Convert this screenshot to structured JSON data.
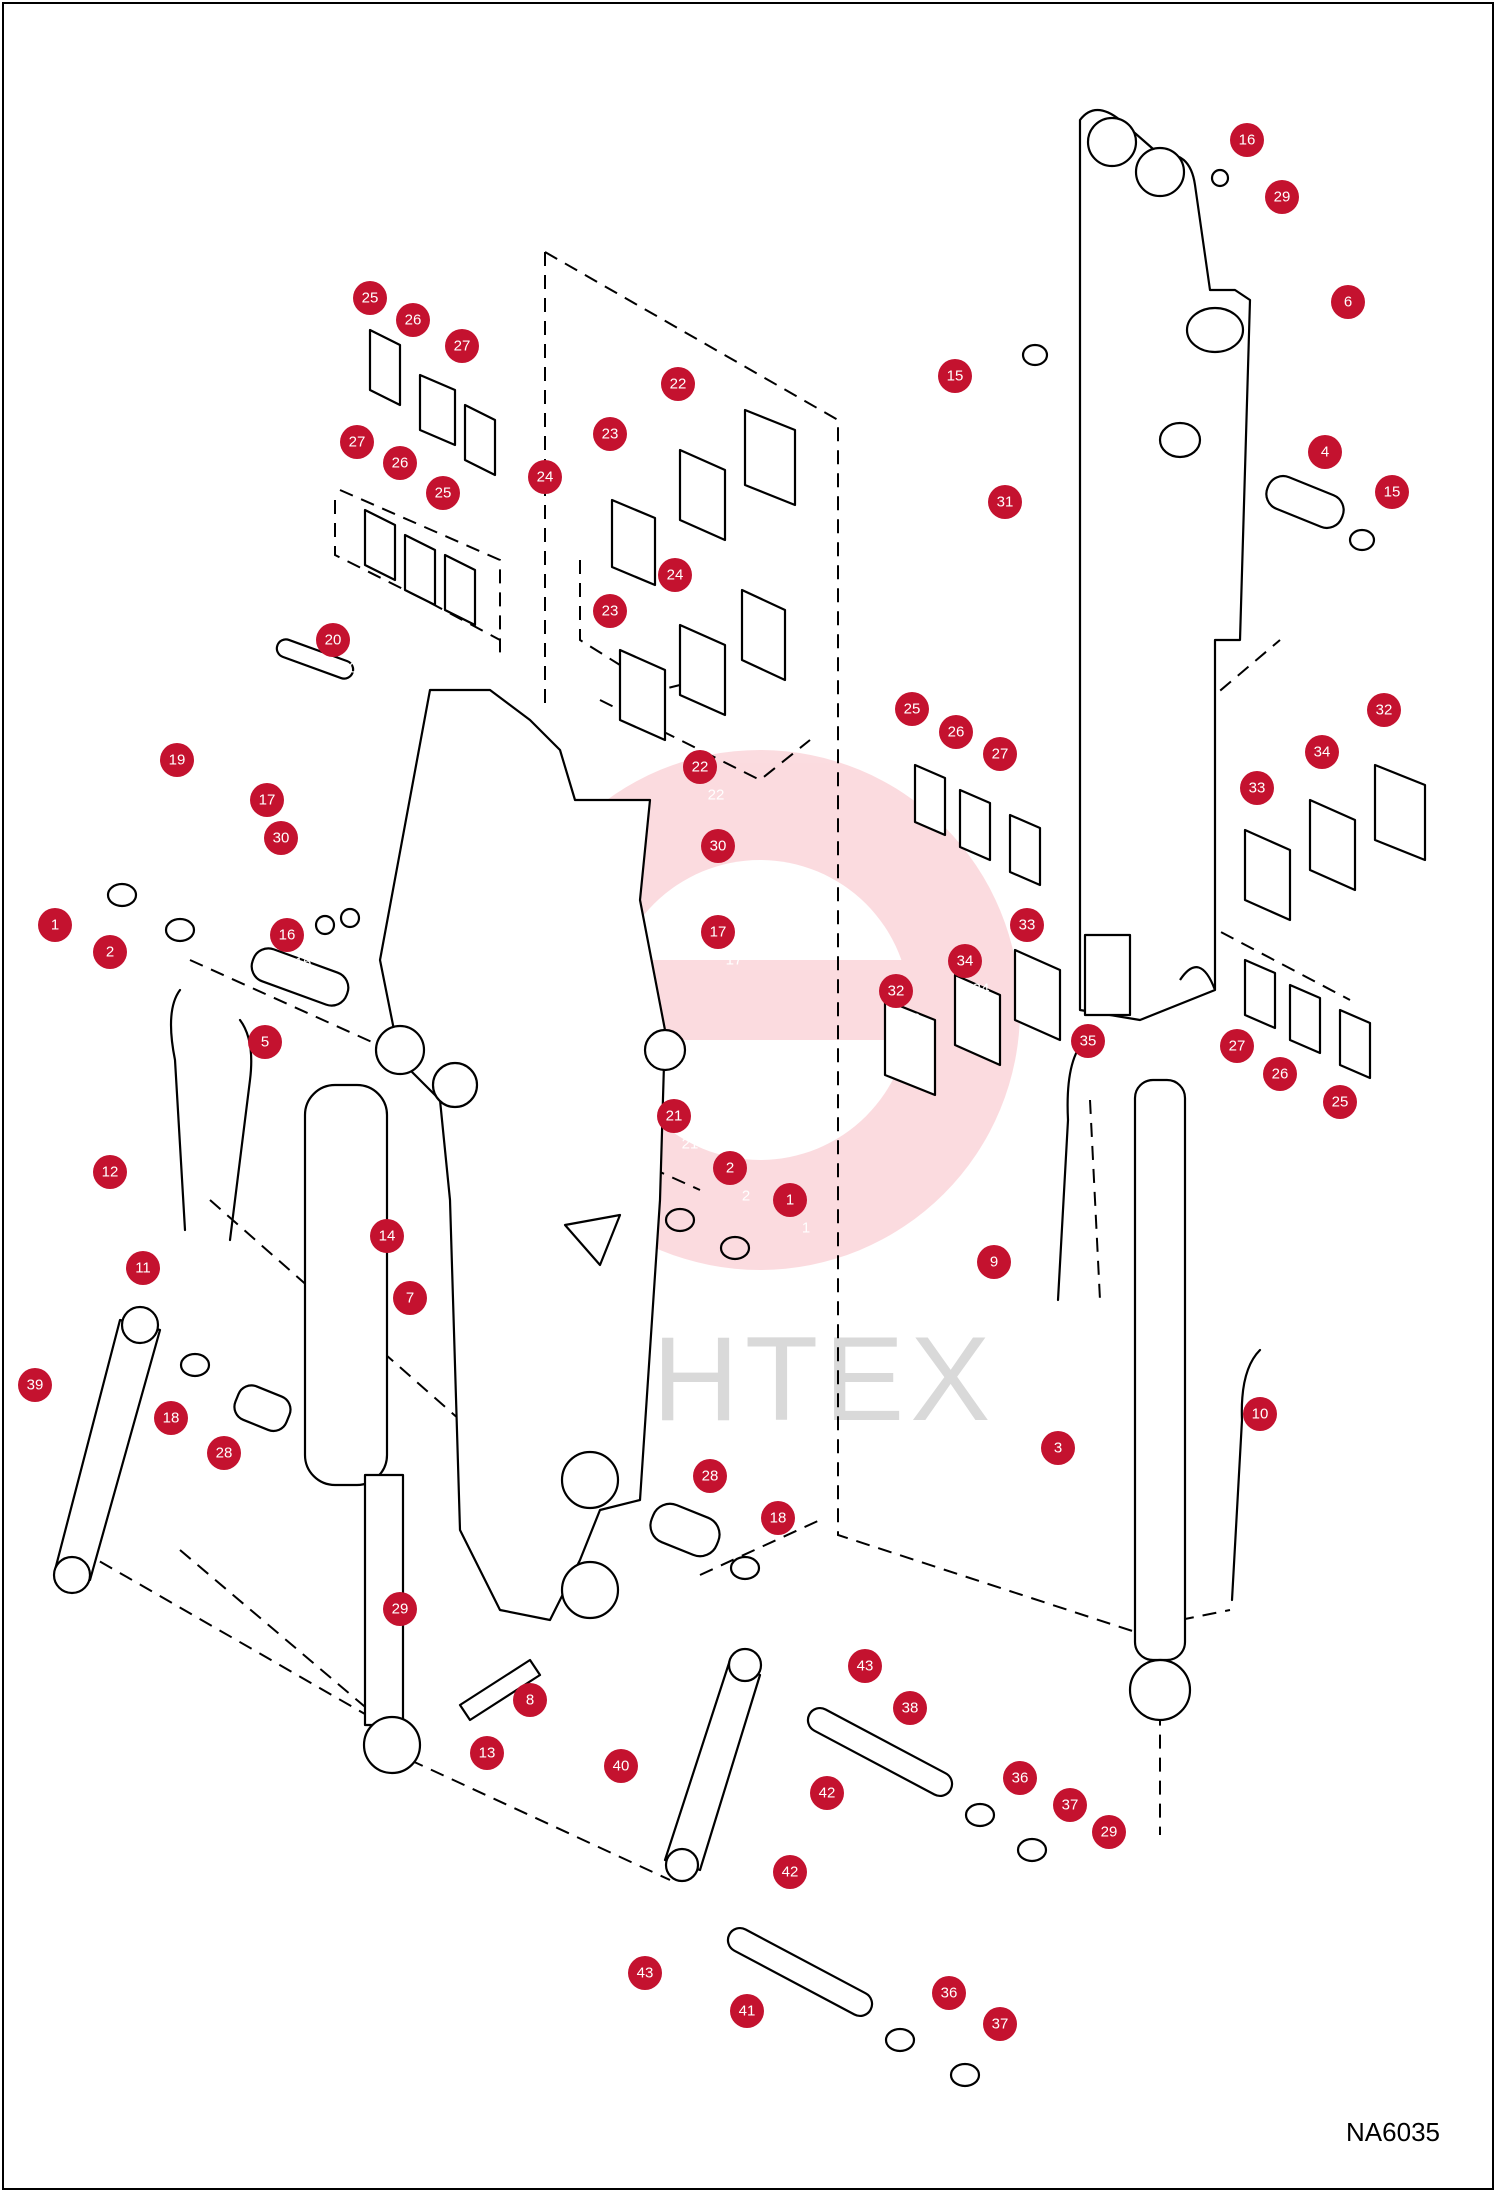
{
  "drawing_code": "NA6035",
  "watermark": {
    "text": "ИНТЕХ",
    "color": "#e8273d"
  },
  "badge_color": "#c4122f",
  "callouts": [
    {
      "n": "16"
    },
    {
      "n": "29"
    },
    {
      "n": "6"
    },
    {
      "n": "15"
    },
    {
      "n": "4"
    },
    {
      "n": "15"
    },
    {
      "n": "31"
    },
    {
      "n": "25"
    },
    {
      "n": "26"
    },
    {
      "n": "27"
    },
    {
      "n": "27"
    },
    {
      "n": "26"
    },
    {
      "n": "25"
    },
    {
      "n": "22"
    },
    {
      "n": "23"
    },
    {
      "n": "24"
    },
    {
      "n": "24"
    },
    {
      "n": "23"
    },
    {
      "n": "22"
    },
    {
      "n": "20"
    },
    {
      "n": "19"
    },
    {
      "n": "17"
    },
    {
      "n": "30"
    },
    {
      "n": "30"
    },
    {
      "n": "17"
    },
    {
      "n": "1"
    },
    {
      "n": "2"
    },
    {
      "n": "16"
    },
    {
      "n": "5"
    },
    {
      "n": "21"
    },
    {
      "n": "2"
    },
    {
      "n": "1"
    },
    {
      "n": "12"
    },
    {
      "n": "14"
    },
    {
      "n": "11"
    },
    {
      "n": "7"
    },
    {
      "n": "25"
    },
    {
      "n": "26"
    },
    {
      "n": "27"
    },
    {
      "n": "32"
    },
    {
      "n": "34"
    },
    {
      "n": "33"
    },
    {
      "n": "33"
    },
    {
      "n": "34"
    },
    {
      "n": "32"
    },
    {
      "n": "35"
    },
    {
      "n": "27"
    },
    {
      "n": "26"
    },
    {
      "n": "25"
    },
    {
      "n": "9"
    },
    {
      "n": "10"
    },
    {
      "n": "3"
    },
    {
      "n": "39"
    },
    {
      "n": "18"
    },
    {
      "n": "28"
    },
    {
      "n": "28"
    },
    {
      "n": "18"
    },
    {
      "n": "29"
    },
    {
      "n": "8"
    },
    {
      "n": "13"
    },
    {
      "n": "40"
    },
    {
      "n": "43"
    },
    {
      "n": "38"
    },
    {
      "n": "42"
    },
    {
      "n": "36"
    },
    {
      "n": "37"
    },
    {
      "n": "29"
    },
    {
      "n": "42"
    },
    {
      "n": "43"
    },
    {
      "n": "41"
    },
    {
      "n": "36"
    },
    {
      "n": "37"
    }
  ]
}
